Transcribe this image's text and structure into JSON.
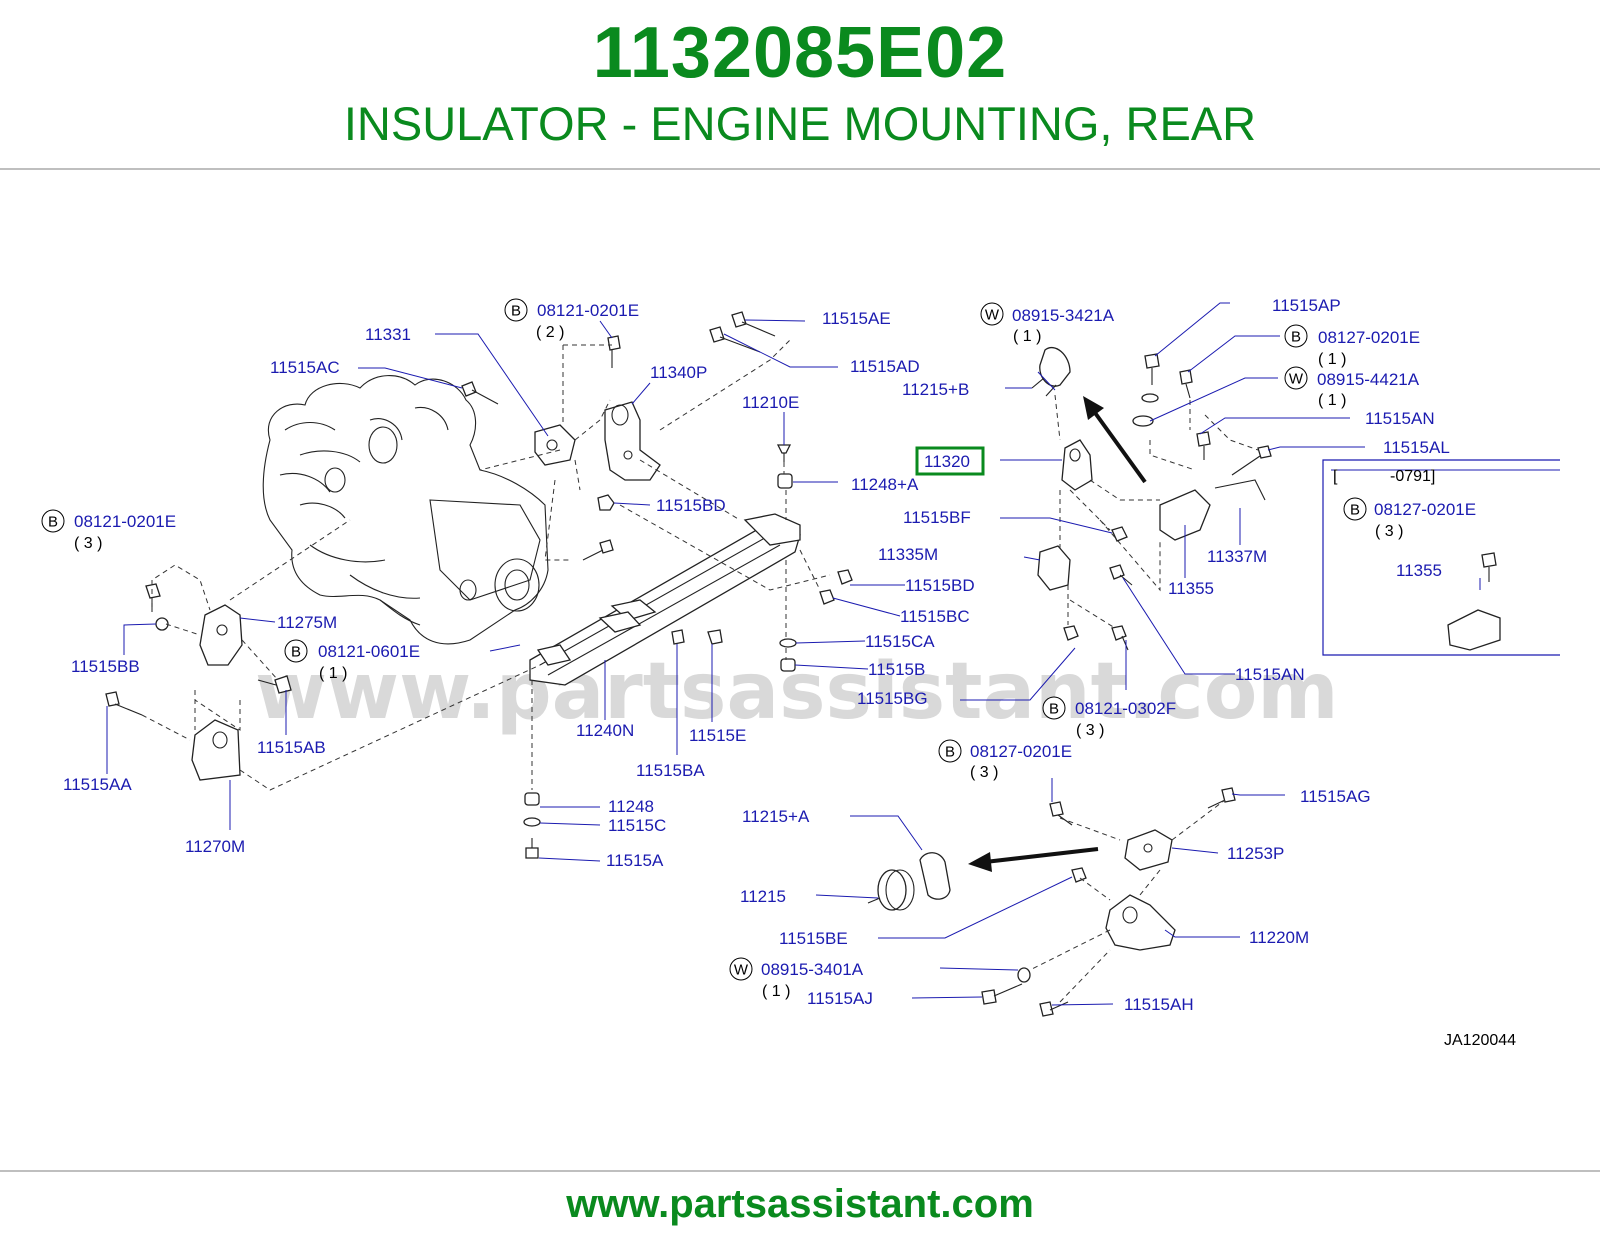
{
  "header": {
    "part_number": "1132085E02",
    "description": "INSULATOR - ENGINE MOUNTING, REAR"
  },
  "footer": {
    "url": "www.partsassistant.com"
  },
  "watermark": "www.partsassistant.com",
  "diagram_ref": "JA120044",
  "highlight_color": "#0a8a1e",
  "label_color": "#1b1bb0",
  "labels": {
    "p11331": "11331",
    "p11515AC": "11515AC",
    "b1_code": "08121-0201E",
    "b1_qty": "( 2 )",
    "p11515AE": "11515AE",
    "p11515AD": "11515AD",
    "p11340P": "11340P",
    "p11210E": "11210E",
    "p11248A": "11248+A",
    "p11515BD_1": "11515BD",
    "p11515BD_2": "11515BD",
    "p11515BC": "11515BC",
    "p11515CA": "11515CA",
    "p11515B": "11515B",
    "p11515BG": "11515BG",
    "b2_code": "08121-0201E",
    "b2_qty": "( 3 )",
    "p11275M": "11275M",
    "p11515BB": "11515BB",
    "b3_code": "08121-0601E",
    "b3_qty": "( 1 )",
    "p11515AB": "11515AB",
    "p11515AA": "11515AA",
    "p11270M": "11270M",
    "p11240N": "11240N",
    "p11515E": "11515E",
    "p11515BA": "11515BA",
    "p11248": "11248",
    "p11515C": "11515C",
    "p11515A": "11515A",
    "w1_code": "08915-3421A",
    "w1_qty": "( 1 )",
    "p11215B": "11215+B",
    "p11320": "11320",
    "p11515BF": "11515BF",
    "p11335M": "11335M",
    "p11515AP": "11515AP",
    "b4_code": "08127-0201E",
    "b4_qty": "( 1 )",
    "w2_code": "08915-4421A",
    "w2_qty": "( 1 )",
    "p11515AN_1": "11515AN",
    "p11515AL": "11515AL",
    "p11337M": "11337M",
    "p11355_1": "11355",
    "inset_bracket_l": "[",
    "inset_range": "-0791]",
    "b5_code": "08127-0201E",
    "b5_qty": "( 3 )",
    "p11355_2": "11355",
    "p11515AN_2": "11515AN",
    "b6_code": "08121-0302F",
    "b6_qty": "( 3 )",
    "b7_code": "08127-0201E",
    "b7_qty": "( 3 )",
    "p11515AG": "11515AG",
    "p11215A": "11215+A",
    "p11253P": "11253P",
    "p11215": "11215",
    "p11515BE": "11515BE",
    "p11220M": "11220M",
    "w3_code": "08915-3401A",
    "w3_qty": "( 1 )",
    "p11515AJ": "11515AJ",
    "p11515AH": "11515AH",
    "circle_b": "B",
    "circle_w": "W"
  }
}
